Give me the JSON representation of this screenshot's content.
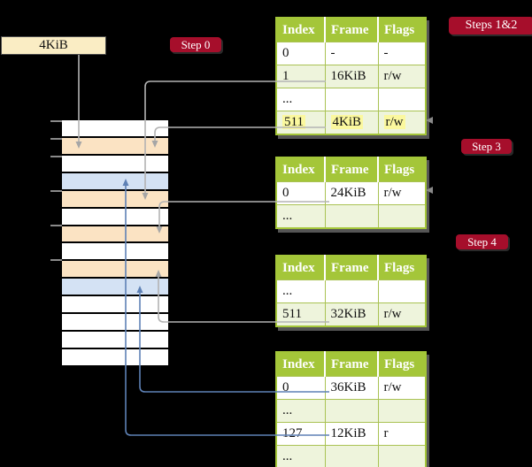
{
  "colors": {
    "badge-red": "#a60e2b",
    "header-green": "#a4c639",
    "cell-border": "#a9c253",
    "row-green": "#eef4dc",
    "highlight": "#fbf89e",
    "peach": "#fbe3c3",
    "blue-frame": "#d4e2f4",
    "cream": "#faedc4",
    "line-gray": "#b3b3b3",
    "arrow-gray": "#a6a6a6",
    "line-blue": "#5e81b5",
    "tick": "#8a8a8a"
  },
  "frame_size_box": {
    "label": "4KiB"
  },
  "badges": {
    "step0": "Step 0",
    "steps12": "Steps 1&2",
    "step3": "Step 3",
    "step4": "Step 4"
  },
  "memory_column": {
    "frames": [
      "white",
      "peach",
      "white",
      "blue",
      "peach",
      "white",
      "peach",
      "white",
      "peach",
      "blue",
      "white",
      "white",
      "white",
      "white"
    ]
  },
  "page_tables": [
    {
      "headers": [
        "Index",
        "Frame",
        "Flags"
      ],
      "rows": [
        {
          "index": "0",
          "frame": "-",
          "flags": "-"
        },
        {
          "index": "1",
          "frame": "16KiB",
          "flags": "r/w"
        },
        {
          "index": "...",
          "frame": "",
          "flags": ""
        },
        {
          "index": "511",
          "frame": "4KiB",
          "flags": "r/w"
        }
      ]
    },
    {
      "headers": [
        "Index",
        "Frame",
        "Flags"
      ],
      "rows": [
        {
          "index": "0",
          "frame": "24KiB",
          "flags": "r/w"
        },
        {
          "index": "...",
          "frame": "",
          "flags": ""
        }
      ]
    },
    {
      "headers": [
        "Index",
        "Frame",
        "Flags"
      ],
      "rows": [
        {
          "index": "...",
          "frame": "",
          "flags": ""
        },
        {
          "index": "511",
          "frame": "32KiB",
          "flags": "r/w"
        }
      ]
    },
    {
      "headers": [
        "Index",
        "Frame",
        "Flags"
      ],
      "rows": [
        {
          "index": "0",
          "frame": "36KiB",
          "flags": "r/w"
        },
        {
          "index": "...",
          "frame": "",
          "flags": ""
        },
        {
          "index": "127",
          "frame": "12KiB",
          "flags": "r"
        },
        {
          "index": "...",
          "frame": "",
          "flags": ""
        }
      ]
    }
  ],
  "connections": [
    {
      "from": "4KiB-size-box",
      "to": "memory-frame-2-peach",
      "color": "gray"
    },
    {
      "from": "table1-row-1-16KiB",
      "to": "memory-frame-5-peach",
      "color": "gray"
    },
    {
      "from": "table1-row-511-4KiB",
      "to": "memory-frame-2-peach",
      "color": "gray"
    },
    {
      "from": "table2-row-0-24KiB",
      "to": "memory-frame-7-peach",
      "color": "gray"
    },
    {
      "from": "table3-row-511-32KiB",
      "to": "memory-frame-9-peach",
      "color": "gray"
    },
    {
      "from": "table4-row-0-36KiB",
      "to": "memory-frame-10-blue",
      "color": "blue"
    },
    {
      "from": "table4-row-127-12KiB",
      "to": "memory-frame-4-blue",
      "color": "blue"
    }
  ]
}
